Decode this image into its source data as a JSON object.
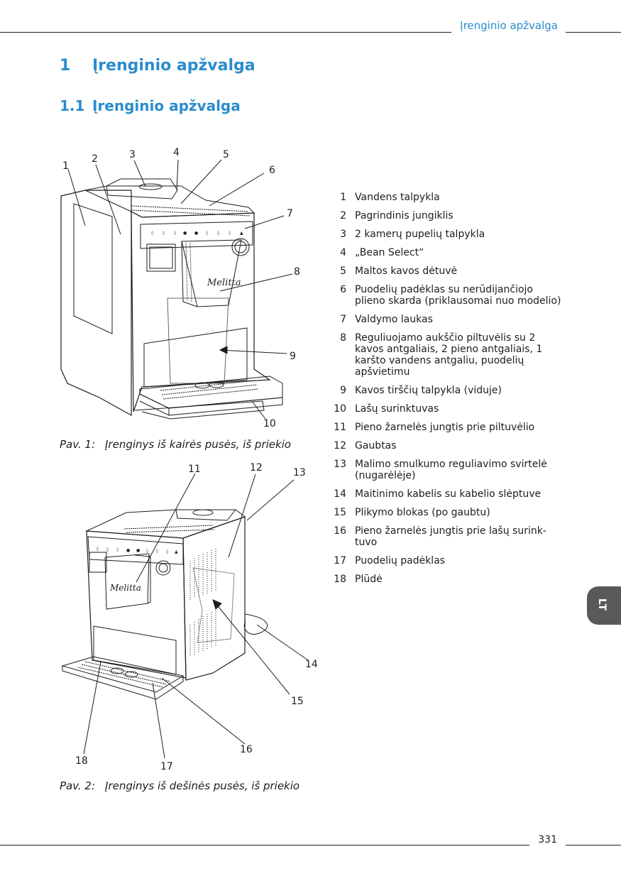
{
  "header": {
    "running_title": "Įrenginio apžvalga"
  },
  "heading1": {
    "number": "1",
    "title": "Įrenginio apžvalga"
  },
  "heading2": {
    "number": "1.1",
    "title": "Įrenginio apžvalga"
  },
  "figure1": {
    "label": "Pav. 1:",
    "caption": "Įrenginys iš kairės pusės, iš priekio",
    "callouts": [
      "1",
      "2",
      "3",
      "4",
      "5",
      "6",
      "7",
      "8",
      "9",
      "10"
    ]
  },
  "figure2": {
    "label": "Pav. 2:",
    "caption": "Įrenginys iš dešinės pusės, iš priekio",
    "callouts": [
      "11",
      "12",
      "13",
      "14",
      "15",
      "16",
      "17",
      "18"
    ]
  },
  "brand_mark": "Melitta",
  "legend": [
    {
      "num": "1",
      "text": "Vandens talpykla"
    },
    {
      "num": "2",
      "text": "Pagrindinis jungiklis"
    },
    {
      "num": "3",
      "text": "2 kamerų pupelių talpykla"
    },
    {
      "num": "4",
      "text": "„Bean Select“"
    },
    {
      "num": "5",
      "text": "Maltos kavos dėtuvė"
    },
    {
      "num": "6",
      "text": "Puodelių padėklas su nerūdijančiojo plieno skarda (priklausomai nuo modelio)"
    },
    {
      "num": "7",
      "text": "Valdymo laukas"
    },
    {
      "num": "8",
      "text": "Reguliuojamo aukščio piltuvėlis su 2 kavos antgaliais, 2 pieno antgaliais, 1 karšto vandens antgaliu, puodelių apšvietimu"
    },
    {
      "num": "9",
      "text": "Kavos tirščių talpykla (viduje)"
    },
    {
      "num": "10",
      "text": "Lašų surinktuvas"
    },
    {
      "num": "11",
      "text": "Pieno žarnelės jungtis prie piltuvėlio"
    },
    {
      "num": "12",
      "text": "Gaubtas"
    },
    {
      "num": "13",
      "text": "Malimo smulkumo reguliavimo svirtelė (nugarėlėje)"
    },
    {
      "num": "14",
      "text": "Maitinimo kabelis su kabelio slėptuve"
    },
    {
      "num": "15",
      "text": "Plikymo blokas (po gaubtu)"
    },
    {
      "num": "16",
      "text": "Pieno žarnelės jungtis prie lašų surink-tuvo"
    },
    {
      "num": "17",
      "text": "Puodelių padėklas"
    },
    {
      "num": "18",
      "text": "Plūdė"
    }
  ],
  "footer": {
    "page_number": "331"
  },
  "side_tab": {
    "label": "LT"
  }
}
